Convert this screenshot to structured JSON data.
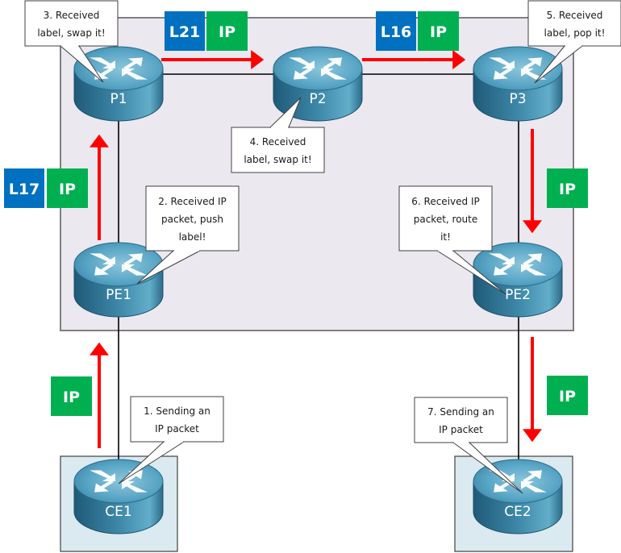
{
  "colors": {
    "label_blue": "#0070c0",
    "ip_green": "#00b050",
    "arrow_red": "#ff0000",
    "provider_bg": "#ebe8f0",
    "customer_bg": "#dbeaf0",
    "router_top": "#5aa6c6",
    "router_side": "#2f7190"
  },
  "routers": {
    "p1": "P1",
    "p2": "P2",
    "p3": "P3",
    "pe1": "PE1",
    "pe2": "PE2",
    "ce1": "CE1",
    "ce2": "CE2"
  },
  "tags": {
    "p1_p2_label": "L21",
    "p1_p2_ip": "IP",
    "p2_p3_label": "L16",
    "p2_p3_ip": "IP",
    "pe1_p1_label": "L17",
    "pe1_p1_ip": "IP",
    "p3_pe2_ip": "IP",
    "ce1_pe1_ip": "IP",
    "pe2_ce2_ip": "IP"
  },
  "callouts": [
    {
      "step": "1",
      "lines": [
        "1. Sending an",
        "IP packet"
      ]
    },
    {
      "step": "2",
      "lines": [
        "2. Received IP",
        "packet, push",
        "label!"
      ]
    },
    {
      "step": "3",
      "lines": [
        "3. Received",
        "label, swap it!"
      ]
    },
    {
      "step": "4",
      "lines": [
        "4. Received",
        "label, swap it!"
      ]
    },
    {
      "step": "5",
      "lines": [
        "5. Received",
        "label, pop it!"
      ]
    },
    {
      "step": "6",
      "lines": [
        "6. Received IP",
        "packet, route",
        "it!"
      ]
    },
    {
      "step": "7",
      "lines": [
        "7. Sending an",
        "IP packet"
      ]
    }
  ]
}
